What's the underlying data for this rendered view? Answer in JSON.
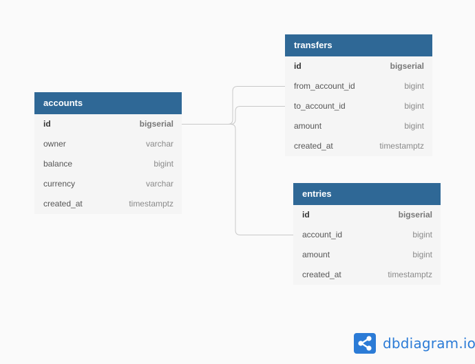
{
  "diagram": {
    "tables": [
      {
        "name": "accounts",
        "fields": [
          {
            "name": "id",
            "type": "bigserial",
            "pk": true
          },
          {
            "name": "owner",
            "type": "varchar",
            "pk": false
          },
          {
            "name": "balance",
            "type": "bigint",
            "pk": false
          },
          {
            "name": "currency",
            "type": "varchar",
            "pk": false
          },
          {
            "name": "created_at",
            "type": "timestamptz",
            "pk": false
          }
        ]
      },
      {
        "name": "transfers",
        "fields": [
          {
            "name": "id",
            "type": "bigserial",
            "pk": true
          },
          {
            "name": "from_account_id",
            "type": "bigint",
            "pk": false
          },
          {
            "name": "to_account_id",
            "type": "bigint",
            "pk": false
          },
          {
            "name": "amount",
            "type": "bigint",
            "pk": false
          },
          {
            "name": "created_at",
            "type": "timestamptz",
            "pk": false
          }
        ]
      },
      {
        "name": "entries",
        "fields": [
          {
            "name": "id",
            "type": "bigserial",
            "pk": true
          },
          {
            "name": "account_id",
            "type": "bigint",
            "pk": false
          },
          {
            "name": "amount",
            "type": "bigint",
            "pk": false
          },
          {
            "name": "created_at",
            "type": "timestamptz",
            "pk": false
          }
        ]
      }
    ],
    "relationships": [
      {
        "from": "accounts.id",
        "to": "transfers.from_account_id"
      },
      {
        "from": "accounts.id",
        "to": "transfers.to_account_id"
      },
      {
        "from": "accounts.id",
        "to": "entries.account_id"
      }
    ],
    "colors": {
      "header": "#2f6896",
      "table_body": "#f5f5f5",
      "connector": "#c8c8c8",
      "brand": "#2b7bd6"
    }
  },
  "brand": {
    "text": "dbdiagram.io",
    "icon": "share-nodes-icon"
  }
}
